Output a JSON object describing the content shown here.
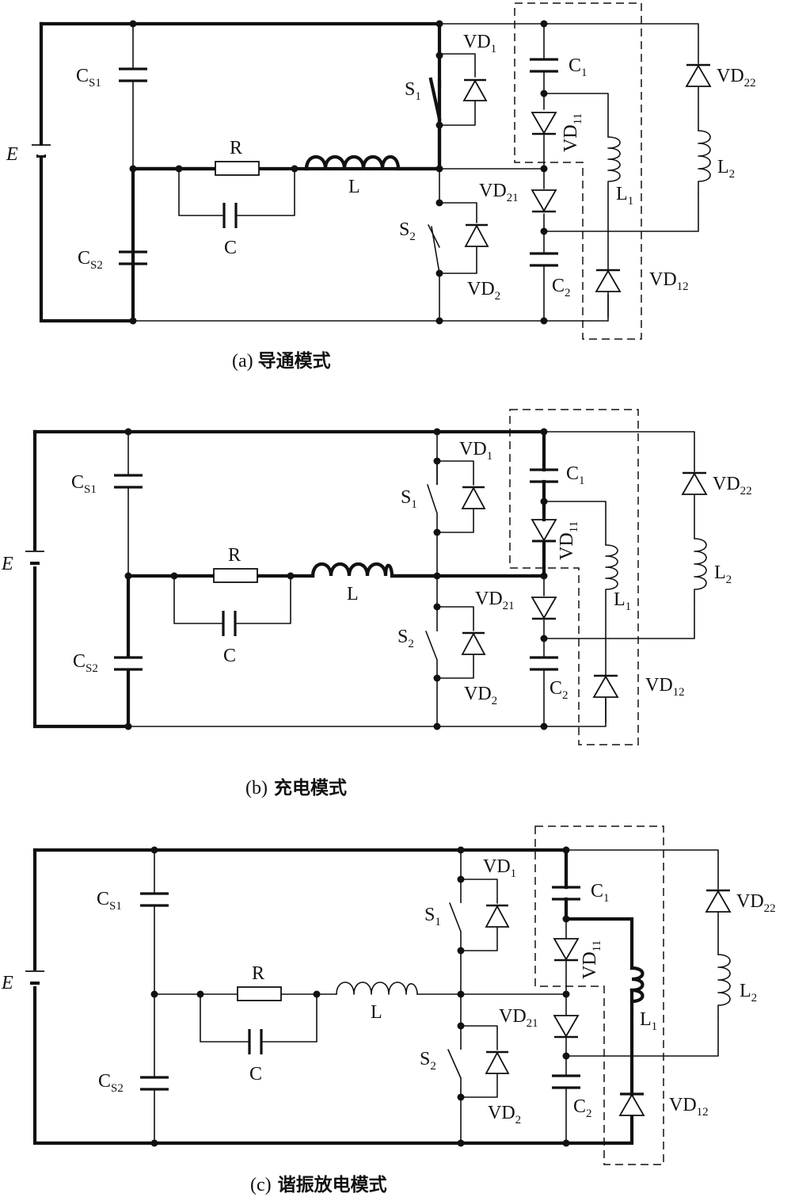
{
  "panels": [
    {
      "id": "a",
      "caption_prefix": "(a)",
      "caption_text": "导通模式",
      "labels": {
        "E": "E",
        "Cs1": "C",
        "Cs1_sub": "S1",
        "Cs2": "C",
        "Cs2_sub": "S2",
        "R": "R",
        "C": "C",
        "L": "L",
        "S1": "S",
        "S1_sub": "1",
        "S2": "S",
        "S2_sub": "2",
        "VD1": "VD",
        "VD1_sub": "1",
        "VD2": "VD",
        "VD2_sub": "2",
        "C1": "C",
        "C1_sub": "1",
        "C2": "C",
        "C2_sub": "2",
        "VD11": "VD",
        "VD11_sub": "11",
        "VD21": "VD",
        "VD21_sub": "21",
        "VD12": "VD",
        "VD12_sub": "12",
        "VD22": "VD",
        "VD22_sub": "22",
        "L1": "L",
        "L1_sub": "1",
        "L2": "L",
        "L2_sub": "2"
      }
    },
    {
      "id": "b",
      "caption_prefix": "(b)",
      "caption_text": "充电模式",
      "labels": {
        "E": "E",
        "Cs1": "C",
        "Cs1_sub": "S1",
        "Cs2": "C",
        "Cs2_sub": "S2",
        "R": "R",
        "C": "C",
        "L": "L",
        "S1": "S",
        "S1_sub": "1",
        "S2": "S",
        "S2_sub": "2",
        "VD1": "VD",
        "VD1_sub": "1",
        "VD2": "VD",
        "VD2_sub": "2",
        "C1": "C",
        "C1_sub": "1",
        "C2": "C",
        "C2_sub": "2",
        "VD11": "VD",
        "VD11_sub": "11",
        "VD21": "VD",
        "VD21_sub": "21",
        "VD12": "VD",
        "VD12_sub": "12",
        "VD22": "VD",
        "VD22_sub": "22",
        "L1": "L",
        "L1_sub": "1",
        "L2": "L",
        "L2_sub": "2"
      }
    },
    {
      "id": "c",
      "caption_prefix": "(c)",
      "caption_text": "谐振放电模式",
      "labels": {
        "E": "E",
        "Cs1": "C",
        "Cs1_sub": "S1",
        "Cs2": "C",
        "Cs2_sub": "S2",
        "R": "R",
        "C": "C",
        "L": "L",
        "S1": "S",
        "S1_sub": "1",
        "S2": "S",
        "S2_sub": "2",
        "VD1": "VD",
        "VD1_sub": "1",
        "VD2": "VD",
        "VD2_sub": "2",
        "C1": "C",
        "C1_sub": "1",
        "C2": "C",
        "C2_sub": "2",
        "VD11": "VD",
        "VD11_sub": "11",
        "VD21": "VD",
        "VD21_sub": "21",
        "VD12": "VD",
        "VD12_sub": "12",
        "VD22": "VD",
        "VD22_sub": "22",
        "L1": "L",
        "L1_sub": "1",
        "L2": "L",
        "L2_sub": "2"
      }
    }
  ]
}
